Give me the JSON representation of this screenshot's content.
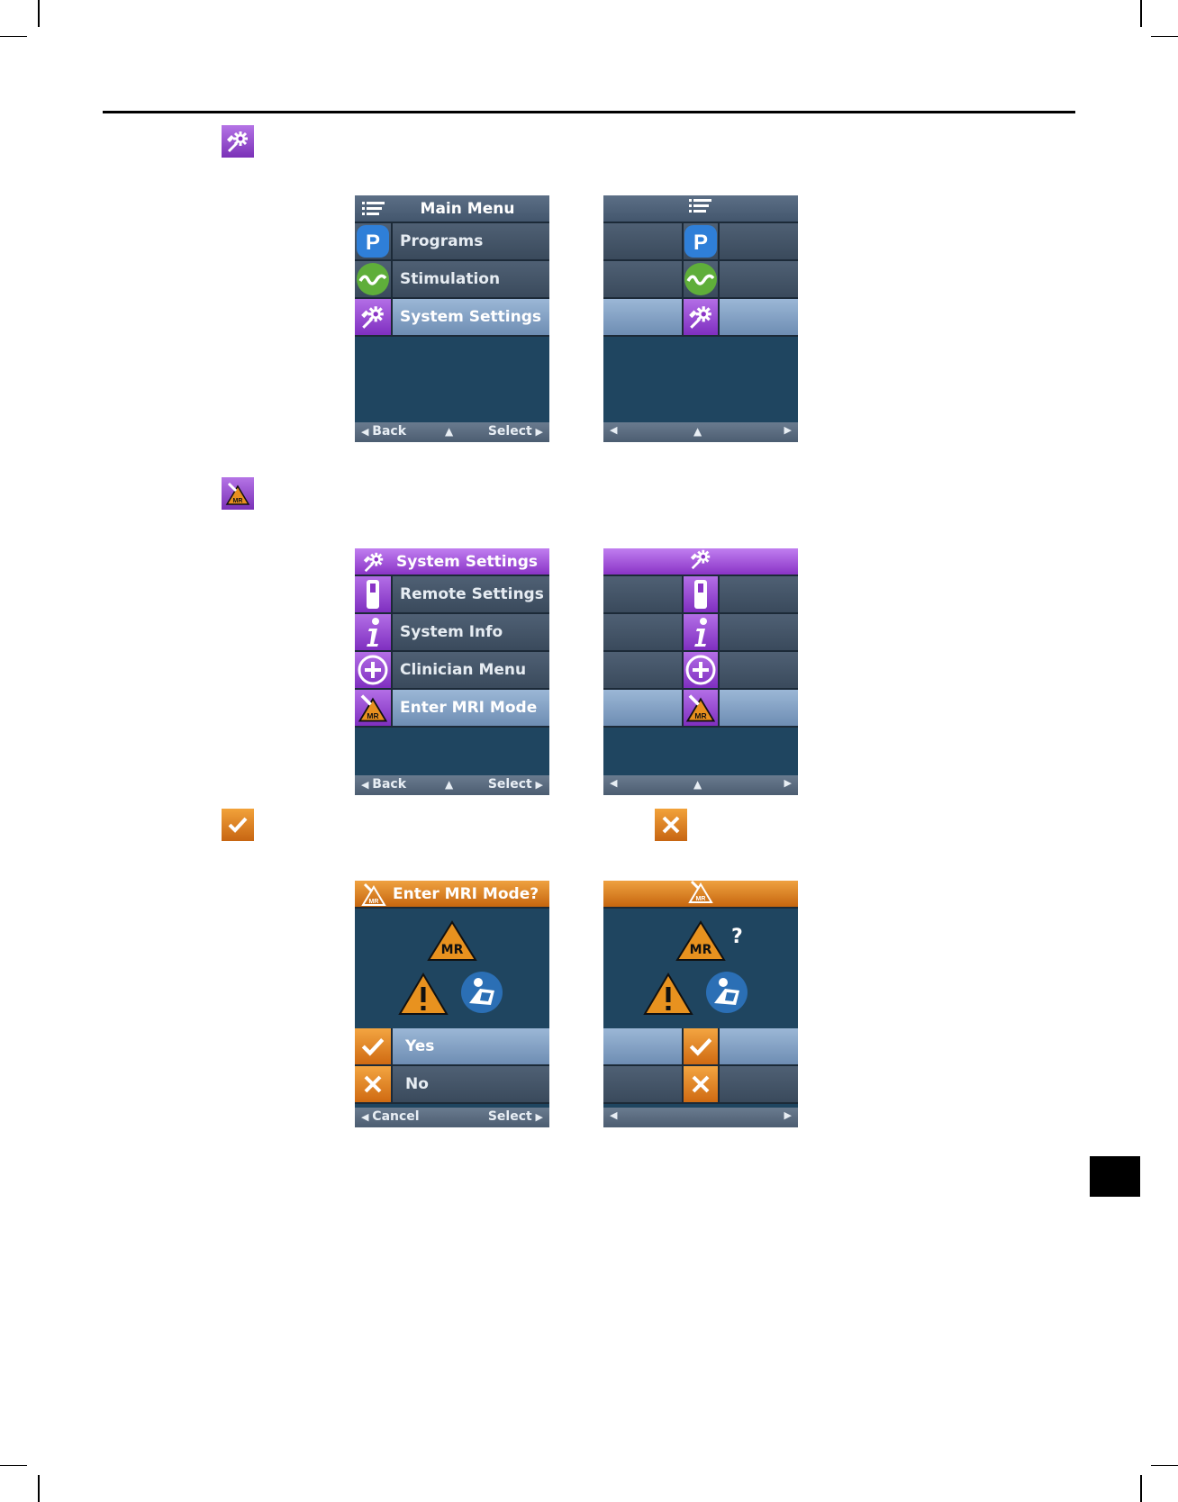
{
  "screens": {
    "main_menu": {
      "title": "Main Menu",
      "items": [
        {
          "label": "Programs",
          "icon": "programs-p-icon"
        },
        {
          "label": "Stimulation",
          "icon": "stimulation-wave-icon"
        },
        {
          "label": "System Settings",
          "icon": "system-settings-icon",
          "selected": true
        }
      ],
      "footer": {
        "back": "Back",
        "select": "Select"
      }
    },
    "system_settings": {
      "title": "System Settings",
      "items": [
        {
          "label": "Remote Settings",
          "icon": "remote-icon"
        },
        {
          "label": "System Info",
          "icon": "info-icon"
        },
        {
          "label": "Clinician Menu",
          "icon": "plus-circle-icon"
        },
        {
          "label": "Enter MRI Mode",
          "icon": "mri-icon",
          "selected": true
        }
      ],
      "footer": {
        "back": "Back",
        "select": "Select"
      }
    },
    "mri_confirm": {
      "title": "Enter MRI Mode?",
      "mr_label": "MR",
      "question_mark": "?",
      "items": [
        {
          "label": "Yes",
          "icon": "check-icon",
          "selected": true
        },
        {
          "label": "No",
          "icon": "x-icon"
        }
      ],
      "footer": {
        "back": "Cancel",
        "select": "Select"
      }
    }
  },
  "colors": {
    "screen_bg": "#1f4560",
    "purple_accent": "#8a34c6",
    "orange_accent": "#d9771a",
    "selected_row": "#8aa7c9"
  }
}
